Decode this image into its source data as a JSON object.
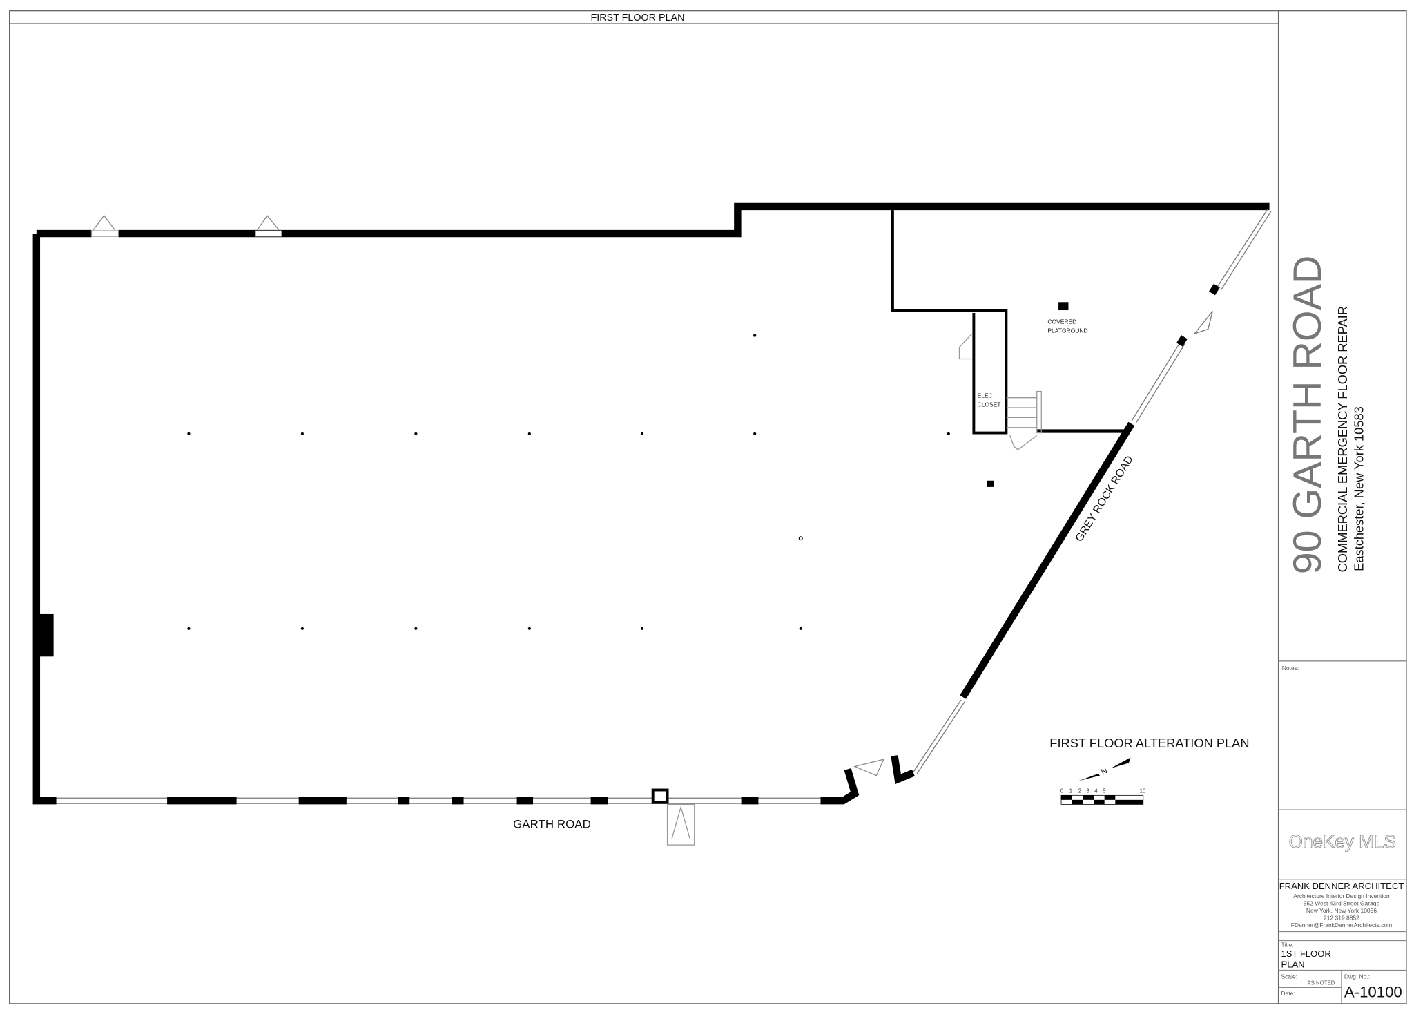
{
  "header": {
    "title": "FIRST FLOOR PLAN"
  },
  "plan": {
    "street_bottom": "GARTH ROAD",
    "street_diagonal": "GREY ROCK ROAD",
    "room_playground": [
      "COVERED",
      "PLATGROUND"
    ],
    "room_closet": [
      "ELEC",
      "CLOSET"
    ],
    "plan_label": "FIRST FLOOR ALTERATION PLAN",
    "north_label": "N",
    "scale_ticks": [
      "0",
      "1",
      "2",
      "3",
      "4",
      "5",
      "10"
    ]
  },
  "title_block": {
    "project_name": "90 GARTH ROAD",
    "project_desc": "COMMERCIAL EMERGENCY FLOOR REPAIR",
    "project_location": "Eastchester, New York 10583",
    "notes_label": "Notes:",
    "firm_name": "FRANK DENNER ARCHITECT",
    "firm_tagline": "Architecture  Interior Design  Invention",
    "firm_address1": "552 West 43rd Street Garage",
    "firm_address2": "New York, New York 10036",
    "firm_phone": "212 319 8852",
    "firm_email": "FDenner@FrankDennerArchitects.com",
    "title_label": "Title:",
    "title_line1": "1ST FLOOR",
    "title_line2": "PLAN",
    "scale_label": "Scale:",
    "scale_value": "AS NOTED",
    "date_label": "Date:",
    "dwg_label": "Dwg. No.:",
    "dwg_number": "A-10100"
  },
  "watermark": "OneKey MLS",
  "colors": {
    "wall": "#000000",
    "line": "#555555",
    "project_name": "#777777"
  }
}
